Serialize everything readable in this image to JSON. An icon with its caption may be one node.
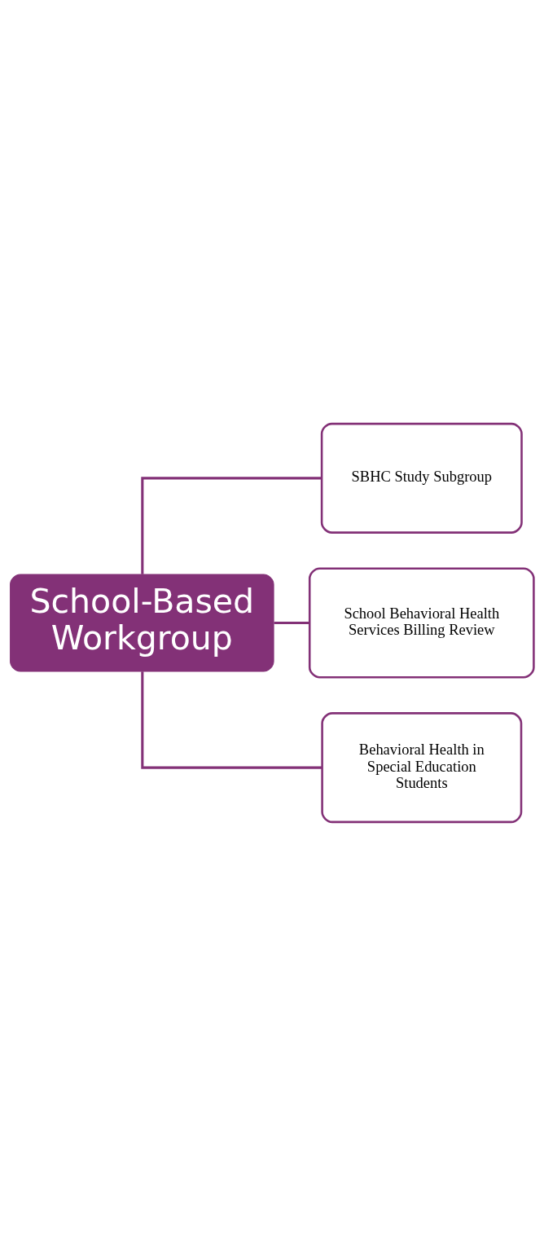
{
  "diagram": {
    "nodes": [
      {
        "text": [
          "School-Based Workgroup"
        ]
      },
      {
        "text": [
          "SBHC Study Subgroup"
        ]
      },
      {
        "text": [
          "School Behavioral Health Services Billing Review"
        ]
      },
      {
        "text": [
          "Behavioral Health in Special Education Students"
        ]
      }
    ],
    "edges": [
      {
        "from": 0,
        "to": 1,
        "arrow": "none"
      },
      {
        "from": 0,
        "to": 2,
        "arrow": "none"
      },
      {
        "from": 0,
        "to": 3,
        "arrow": "none"
      }
    ]
  }
}
